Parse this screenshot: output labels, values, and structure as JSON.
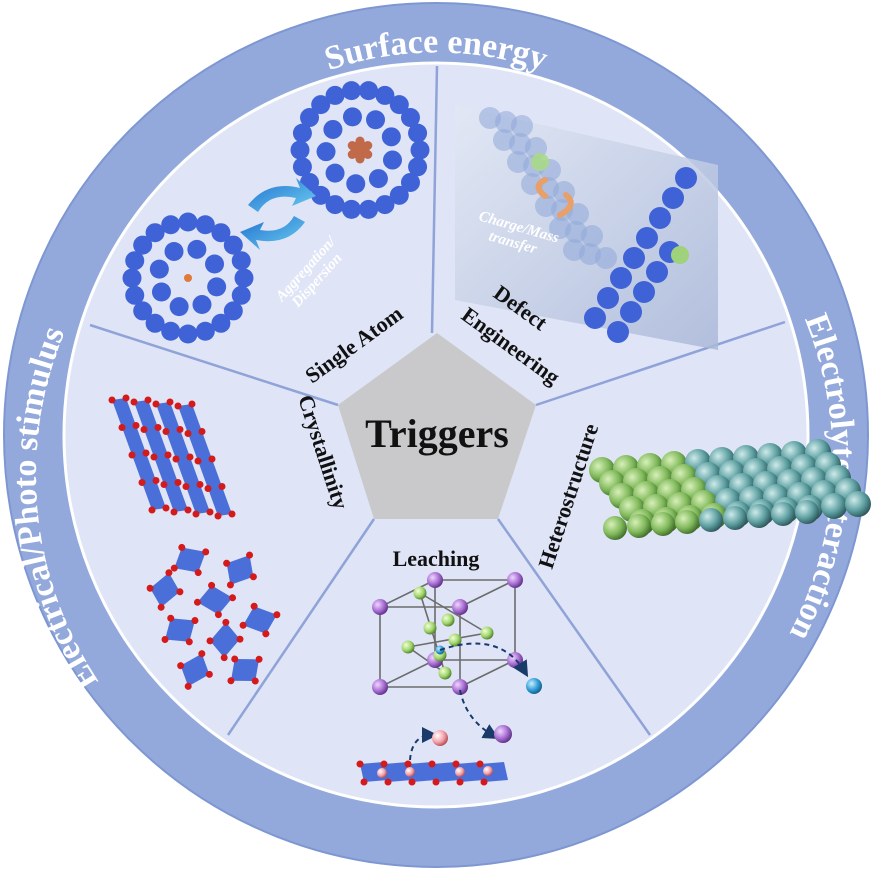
{
  "center": {
    "label": "Triggers"
  },
  "ring_labels": {
    "top": "Surface energy",
    "right": "Electrolyte interaction",
    "left": "Electrical/Photo stimulus"
  },
  "segments": {
    "single_atom": "Single Atom",
    "defect": {
      "line1": "Defect",
      "line2": "Engineering"
    },
    "heterostructure": "Heterostructure",
    "leaching": "Leaching",
    "crystallinity": "Crystallinity"
  },
  "annotations": {
    "aggregation": "Aggregation/",
    "dispersion": "Dispersion",
    "charge": "Charge/Mass",
    "transfer": "transfer"
  },
  "colors": {
    "outer_ring": "#93a9dc",
    "inner_disk": "#dfe5f6",
    "divider": "#8fa3d8",
    "pentagon": "#c9c9cb",
    "atom_blue": "#3f63d6",
    "crystal_blue": "#4a6fd8",
    "oxygen_red": "#d41a1a",
    "green_atom": "#8fc56e",
    "teal_atom": "#5ea3a3",
    "purple_atom": "#a46ad0"
  }
}
